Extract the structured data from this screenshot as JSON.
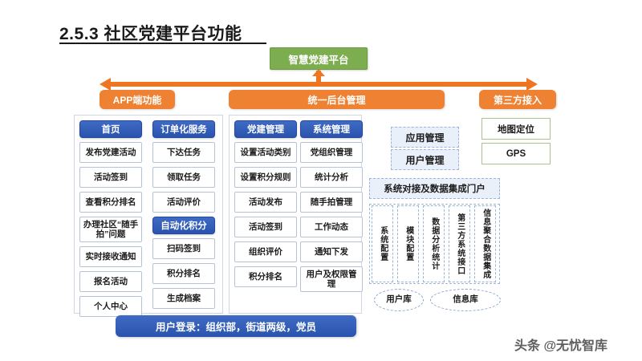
{
  "title": "2.5.3 社区党建平台功能",
  "platform_box": {
    "label": "智慧党建平台",
    "color": "#7cad4f"
  },
  "top_bars": {
    "app": "APP端功能",
    "admin": "统一后台管理",
    "third_party": "第三方接入",
    "color": "#ef8132"
  },
  "columns": [
    {
      "header": "首页",
      "items": [
        "发布党建活动",
        "活动签到",
        "查看积分排名",
        "办理社区“随手拍”问题",
        "实时接收通知",
        "报名活动",
        "个人中心"
      ]
    },
    {
      "header": "订单化服务",
      "items": [
        "下达任务",
        "领取任务",
        "活动评价"
      ],
      "header2": "自动化积分",
      "items2": [
        "扫码签到",
        "积分排名",
        "生成档案"
      ]
    },
    {
      "header": "党建管理",
      "items": [
        "设置活动类别",
        "设置积分规则",
        "活动发布",
        "活动签到",
        "组织评价",
        "积分排名"
      ]
    },
    {
      "header": "系统管理",
      "items": [
        "党组织管理",
        "统计分析",
        "随手拍管理",
        "工作动态",
        "通知下发",
        "用户及权限管理"
      ]
    }
  ],
  "right_panel": {
    "app_manage": "应用管理",
    "user_manage": "用户管理",
    "portal": "系统对接及数据集成门户",
    "vertical_items": [
      "系统配置",
      "模块配置",
      "数据分析统计",
      "第三方系统接口",
      "信息聚合数据集成"
    ],
    "databases": [
      "用户库",
      "信息库"
    ]
  },
  "third_party_boxes": [
    "地图定位",
    "GPS"
  ],
  "login_bar": "用户登录：组织部，街道两级，党员",
  "watermark": "头条 @无忧智库",
  "accent_colors": {
    "blue": "#2a53ad",
    "orange": "#ef8132",
    "green": "#7cad4f"
  }
}
